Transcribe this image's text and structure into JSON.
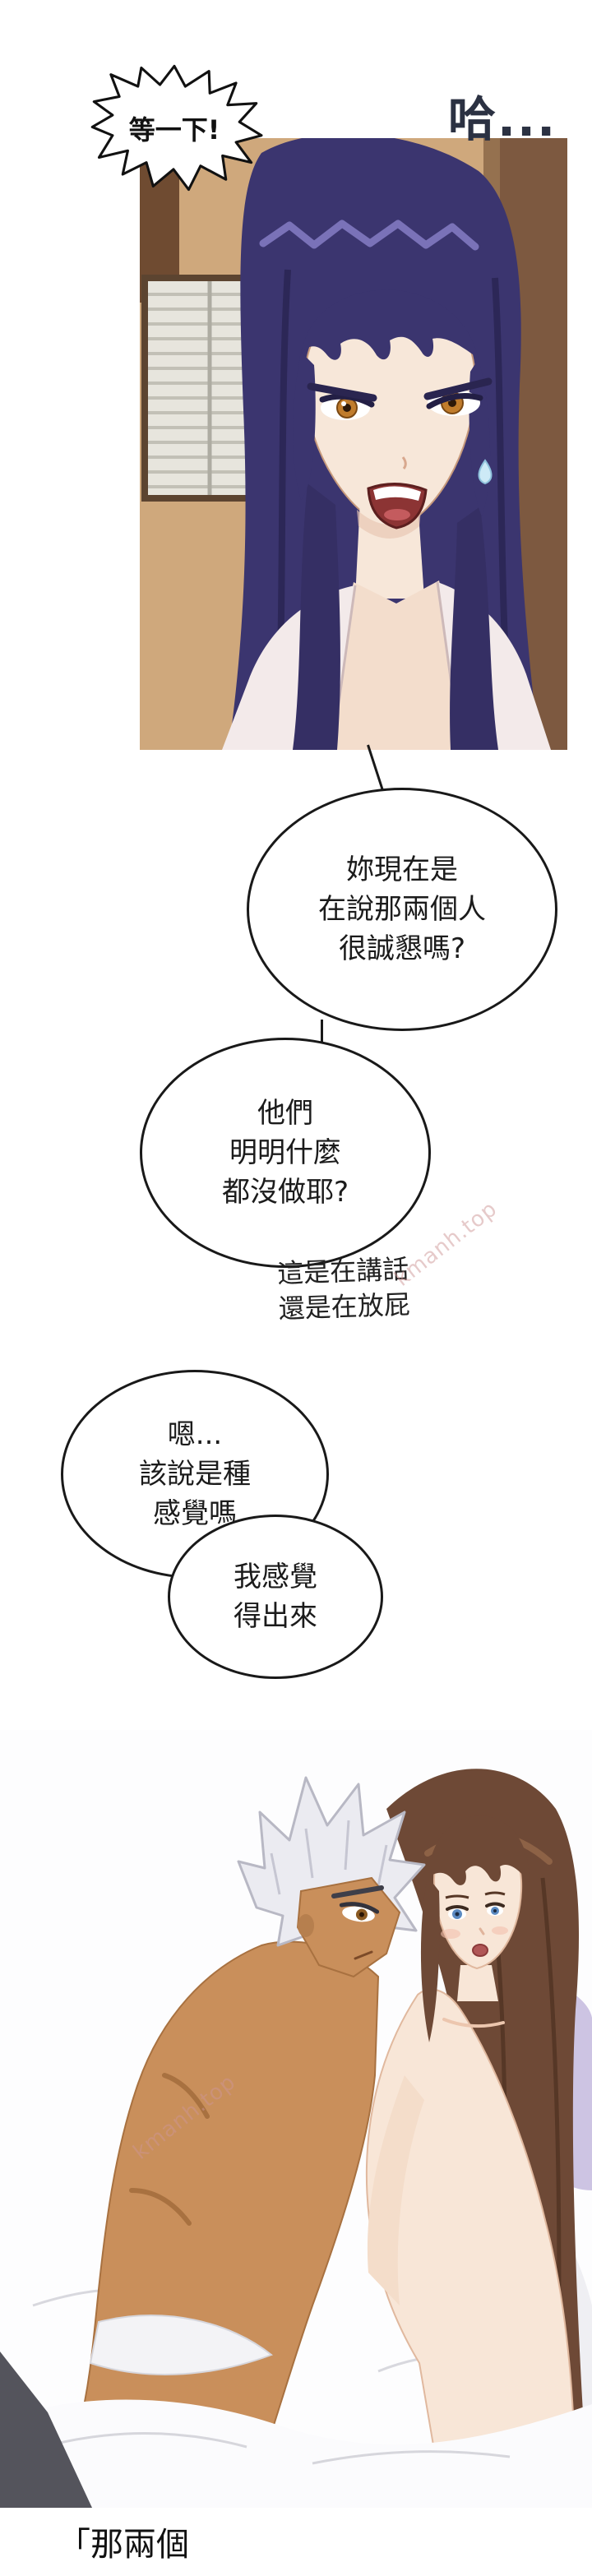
{
  "panel_top": {
    "burst_text": "等一下!",
    "sfx_text": "哈..."
  },
  "dialogue": {
    "bubble1": "妳現在是\n在說那兩個人\n很誠懇嗎?",
    "bubble2": "他們\n明明什麼\n都沒做耶?",
    "aside": "這是在講話\n還是在放屁",
    "bubble3": "嗯...\n該說是種\n感覺嗎",
    "bubble4": "我感覺\n得出來"
  },
  "watermark": {
    "text": "kmanh.top"
  },
  "bottom": {
    "caption": "「那兩個"
  },
  "colors": {
    "bubble_outline": "#191919",
    "sfx_text": "#2b3142",
    "woman1_hair": "#3b356f",
    "woman1_skin": "#f7e7d9",
    "wall_tan": "#cfa87c",
    "man_skin": "#c98f5b",
    "man_hair": "#ebebf1",
    "woman2_hair": "#6e4936",
    "woman2_skin": "#f8e6d7",
    "pillow": "#cdc4e3"
  }
}
